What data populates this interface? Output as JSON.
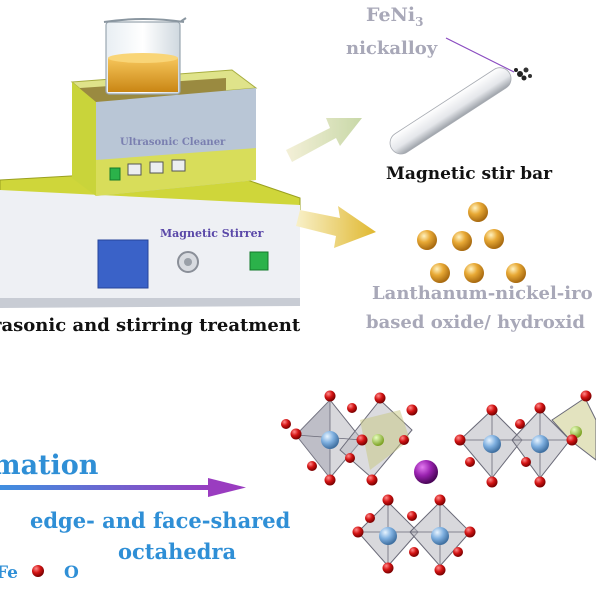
{
  "labels": {
    "feni_main": "FeNi",
    "feni_sub": "3",
    "nickalloy": "nickalloy",
    "stir_bar": "Magnetic stir bar",
    "oxide_line1": "Lanthanum-nickel-iro",
    "oxide_line2": "based oxide/ hydroxid",
    "treatment": "rasonic and stirring treatment",
    "ultrasonic_cleaner": "Ultrasonic Cleaner",
    "magnetic_stirrer": "Magnetic Stirrer",
    "formation": "mation",
    "edge_face": "edge- and face-shared",
    "octahedra": "octahedra",
    "legend_fe": "Fe",
    "legend_o": "O"
  },
  "colors": {
    "label_blue": "#2f8fd6",
    "label_gray": "#a8a8b8",
    "oxygen_red": "#cc1111",
    "octahedron_gray": "#b8b8c0",
    "center_blue": "#7fb0e0",
    "la_purple": "#8a1ca0",
    "particle_gold": "#d99a2a",
    "arrow_purple": "#8a4bc0"
  }
}
